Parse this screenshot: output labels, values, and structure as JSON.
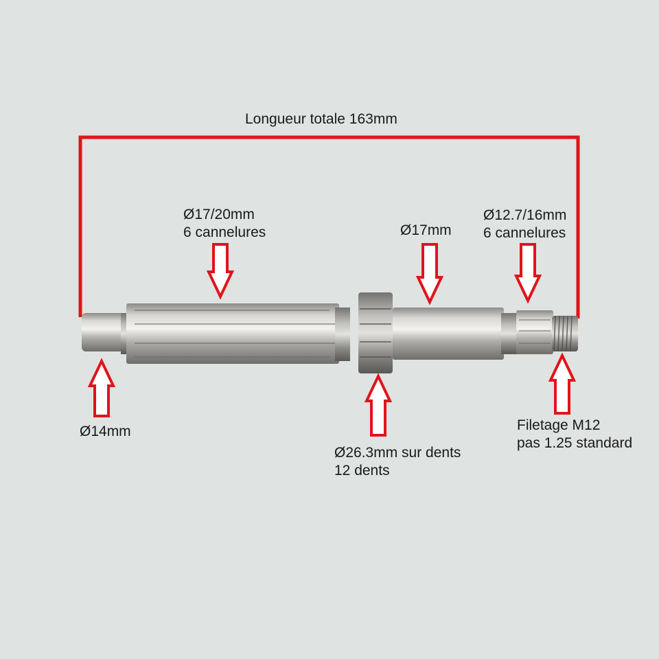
{
  "labels": {
    "total_length": "Longueur totale 163mm",
    "spline_large": {
      "line1": "Ø17/20mm",
      "line2": "6 cannelures"
    },
    "journal": "Ø17mm",
    "spline_small": {
      "line1": "Ø12.7/16mm",
      "line2": "6 cannelures"
    },
    "end_diameter": "Ø14mm",
    "gear": {
      "line1": "Ø26.3mm sur dents",
      "line2": "12 dents"
    },
    "thread": {
      "line1": "Filetage M12",
      "line2": "pas 1.25 standard"
    }
  },
  "colors": {
    "background": "#dfe3e2",
    "annotation": "#e0141b",
    "arrow_fill": "#ffffff",
    "shaft_metal": "#b4b2ae"
  }
}
